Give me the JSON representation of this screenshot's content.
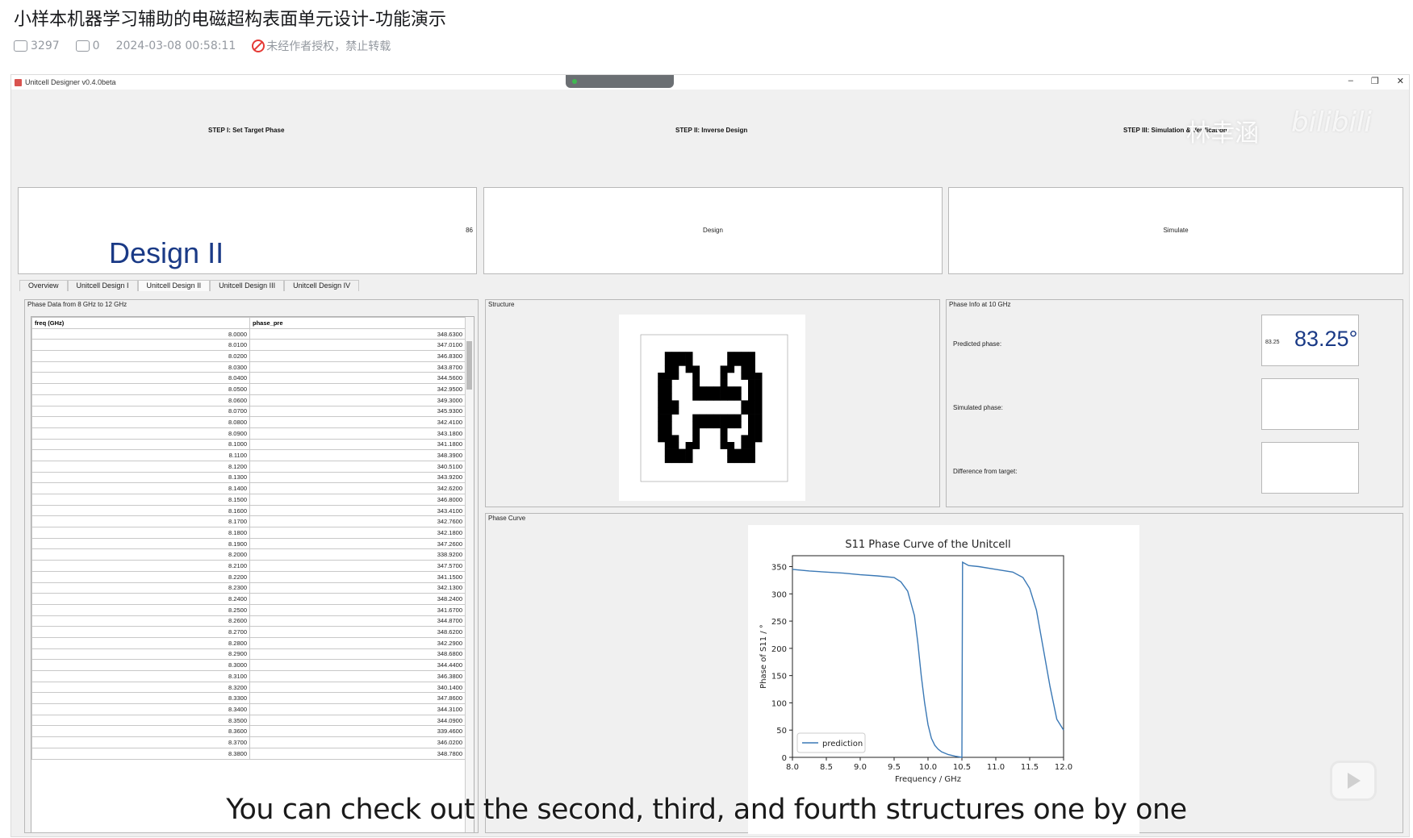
{
  "video": {
    "title": "小样本机器学习辅助的电磁超构表面单元设计-功能演示",
    "views": "3297",
    "comments": "0",
    "datetime": "2024-03-08 00:58:11",
    "copyright": "未经作者授权，禁止转载",
    "subtitle": "You can check out the second, third, and fourth structures one by one",
    "watermark_user": "林幸涵",
    "watermark_site": "bilibili"
  },
  "app": {
    "title": "Unitcell Designer v0.4.0beta",
    "steps": [
      "STEP I:   Set Target Phase",
      "STEP II:   Inverse Design",
      "STEP III:   Simulation & Verification"
    ],
    "design_label": "Design II",
    "value_small": "86",
    "design_button": "Design",
    "simulate_button": "Simulate",
    "tabs": [
      "Overview",
      "Unitcell Design I",
      "Unitcell Design II",
      "Unitcell Design III",
      "Unitcell Design IV"
    ],
    "active_tab": 2,
    "phase_data_title": "Phase Data from 8 GHz to 12 GHz",
    "structure_title": "Structure",
    "phase_info_title": "Phase Info at 10 GHz",
    "phase_curve_title": "Phase Curve",
    "predicted_label": "Predicted phase:",
    "simulated_label": "Simulated phase:",
    "difference_label": "Difference from target:",
    "predicted_value": "83.25°",
    "predicted_small": "83.25",
    "columns": [
      "freq (GHz)",
      "phase_pre"
    ],
    "rows": [
      [
        "8.0000",
        "348.6300"
      ],
      [
        "8.0100",
        "347.0100"
      ],
      [
        "8.0200",
        "346.8300"
      ],
      [
        "8.0300",
        "343.8700"
      ],
      [
        "8.0400",
        "344.5600"
      ],
      [
        "8.0500",
        "342.9500"
      ],
      [
        "8.0600",
        "349.3000"
      ],
      [
        "8.0700",
        "345.9300"
      ],
      [
        "8.0800",
        "342.4100"
      ],
      [
        "8.0900",
        "343.1800"
      ],
      [
        "8.1000",
        "341.1800"
      ],
      [
        "8.1100",
        "348.3900"
      ],
      [
        "8.1200",
        "340.5100"
      ],
      [
        "8.1300",
        "343.9200"
      ],
      [
        "8.1400",
        "342.6200"
      ],
      [
        "8.1500",
        "346.8000"
      ],
      [
        "8.1600",
        "343.4100"
      ],
      [
        "8.1700",
        "342.7600"
      ],
      [
        "8.1800",
        "342.1800"
      ],
      [
        "8.1900",
        "347.2600"
      ],
      [
        "8.2000",
        "338.9200"
      ],
      [
        "8.2100",
        "347.5700"
      ],
      [
        "8.2200",
        "341.1500"
      ],
      [
        "8.2300",
        "342.1300"
      ],
      [
        "8.2400",
        "348.2400"
      ],
      [
        "8.2500",
        "341.6700"
      ],
      [
        "8.2600",
        "344.8700"
      ],
      [
        "8.2700",
        "348.6200"
      ],
      [
        "8.2800",
        "342.2900"
      ],
      [
        "8.2900",
        "348.6800"
      ],
      [
        "8.3000",
        "344.4400"
      ],
      [
        "8.3100",
        "346.3800"
      ],
      [
        "8.3200",
        "340.1400"
      ],
      [
        "8.3300",
        "347.8600"
      ],
      [
        "8.3400",
        "344.3100"
      ],
      [
        "8.3500",
        "344.0900"
      ],
      [
        "8.3600",
        "339.4600"
      ],
      [
        "8.3700",
        "346.0200"
      ],
      [
        "8.3800",
        "348.7800"
      ]
    ]
  },
  "chart_data": {
    "type": "line",
    "title": "S11 Phase Curve of the Unitcell",
    "xlabel": "Frequency / GHz",
    "ylabel": "Phase of S11 / °",
    "xlim": [
      8.0,
      12.0
    ],
    "ylim": [
      0,
      370
    ],
    "xticks": [
      "8.0",
      "8.5",
      "9.0",
      "9.5",
      "10.0",
      "10.5",
      "11.0",
      "11.5",
      "12.0"
    ],
    "yticks": [
      "0",
      "50",
      "100",
      "150",
      "200",
      "250",
      "300",
      "350"
    ],
    "legend": "bottom-left",
    "series": [
      {
        "name": "prediction",
        "color": "#3a78b5",
        "x": [
          8.0,
          8.25,
          8.5,
          8.75,
          9.0,
          9.25,
          9.5,
          9.6,
          9.7,
          9.8,
          9.85,
          9.9,
          9.95,
          10.0,
          10.05,
          10.1,
          10.15,
          10.2,
          10.3,
          10.4,
          10.5,
          10.51,
          10.6,
          10.75,
          11.0,
          11.25,
          11.4,
          11.5,
          11.6,
          11.7,
          11.8,
          11.9,
          12.0
        ],
        "y": [
          345,
          342,
          340,
          338,
          335,
          333,
          330,
          322,
          305,
          260,
          210,
          150,
          100,
          60,
          35,
          22,
          15,
          10,
          5,
          2,
          0,
          358,
          352,
          350,
          345,
          340,
          330,
          310,
          270,
          200,
          130,
          70,
          50
        ]
      }
    ]
  }
}
